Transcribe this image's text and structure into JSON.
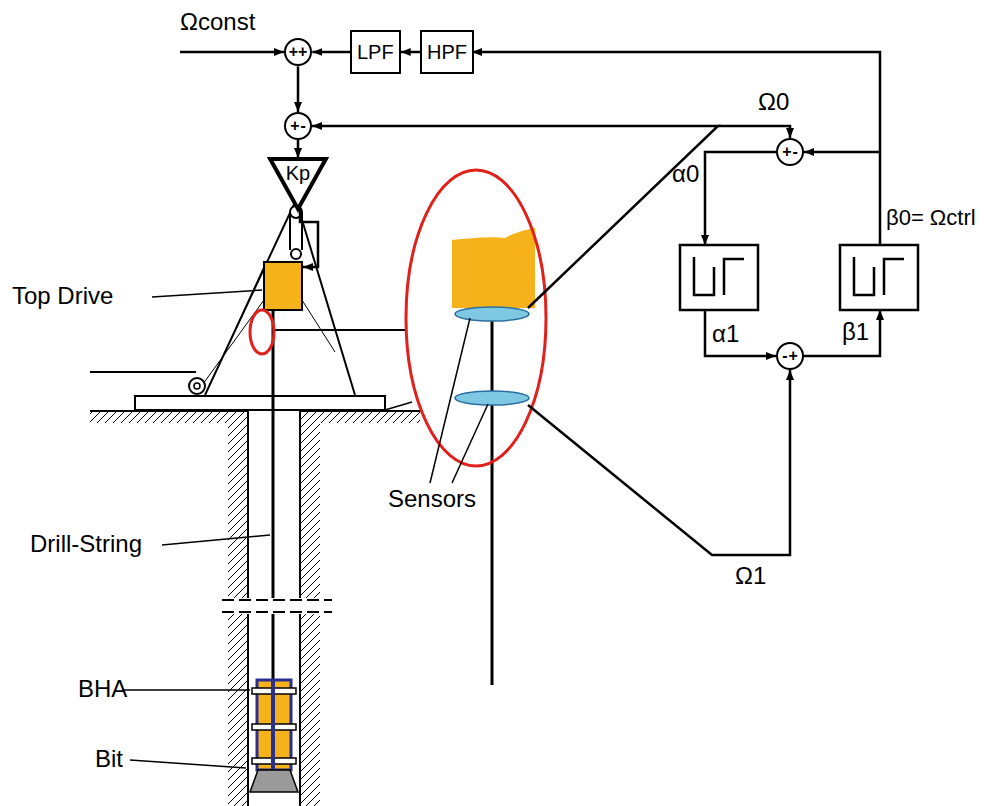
{
  "diagram": {
    "nodes": [
      {
        "text": [
          "++"
        ]
      },
      {
        "text": [
          "LPF"
        ]
      },
      {
        "text": [
          "HPF"
        ]
      },
      {
        "text": [
          "+",
          "-"
        ]
      },
      {
        "text": [
          "Kp"
        ]
      },
      {
        "text": [
          "+",
          "-"
        ]
      },
      {
        "text": [
          "-",
          "+"
        ]
      }
    ],
    "edges": [
      {
        "from": 2,
        "to": 1,
        "arrow": "to"
      },
      {
        "from": 1,
        "to": 0,
        "arrow": "to"
      },
      {
        "from": 0,
        "to": 3,
        "arrow": "to"
      },
      {
        "from": 3,
        "to": 4,
        "arrow": "to"
      }
    ],
    "labels": [
      "Ωconst",
      "Ω0",
      "α0",
      "β0= Ωctrl",
      "α1",
      "β1",
      "Ω1",
      "Top Drive",
      "Sensors",
      "Drill-String",
      "BHA",
      "Bit"
    ]
  }
}
